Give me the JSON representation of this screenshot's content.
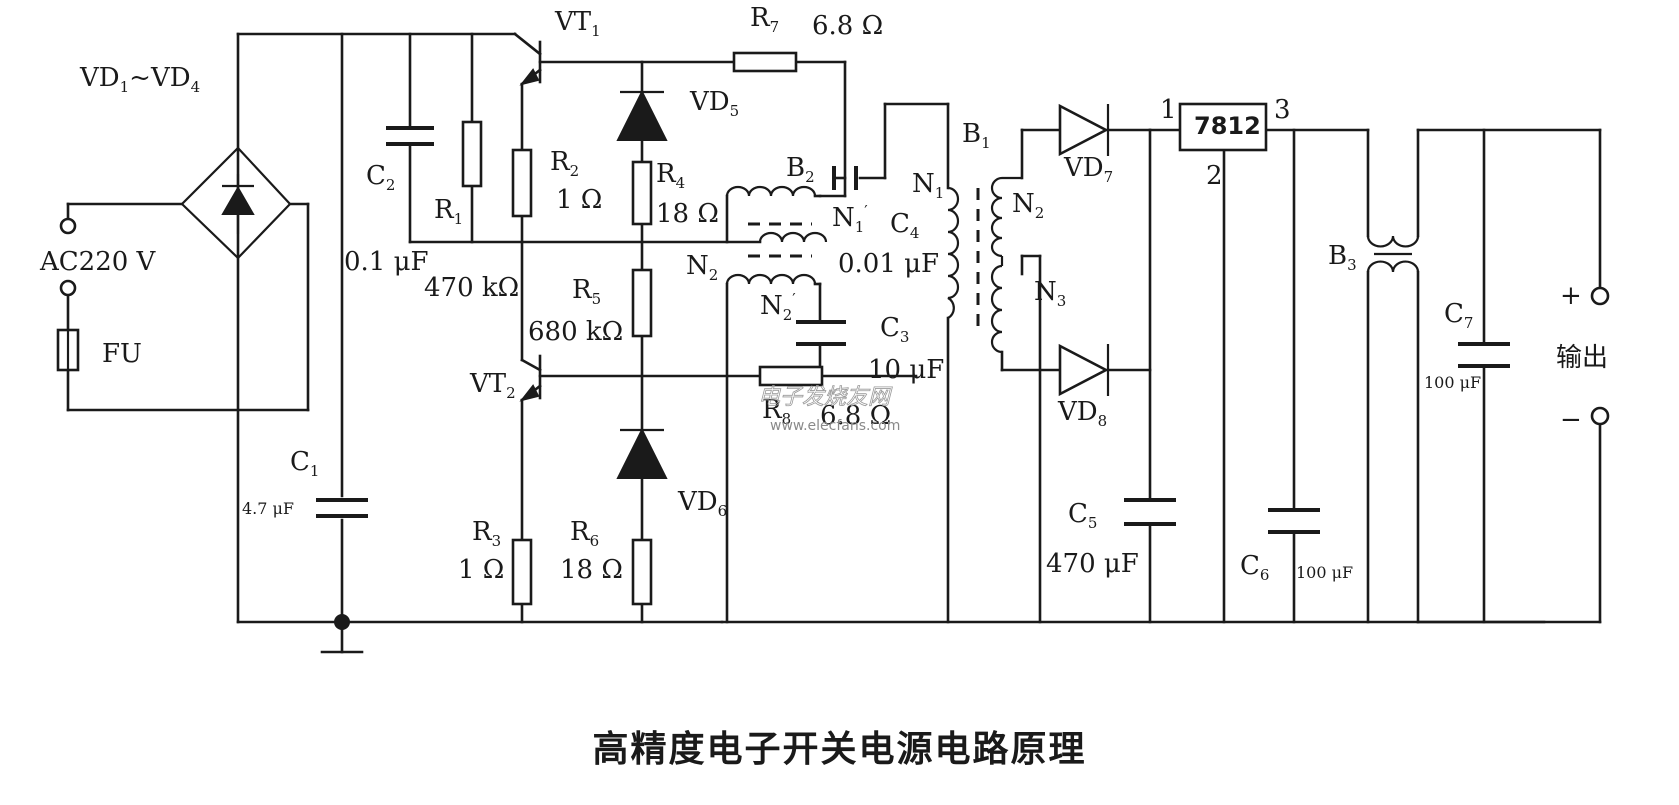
{
  "caption": "高精度电子开关电源电路原理",
  "labels": {
    "vt1": "VT",
    "vt1_sub": "1",
    "vt2": "VT",
    "vt2_sub": "2",
    "vd1_vd4": "VD",
    "vd1_sub": "1",
    "vd_tilde": "~VD",
    "vd4_sub": "4",
    "ac220": "AC220 V",
    "fu": "FU",
    "c1": "C",
    "c1_sub": "1",
    "c1_val": "4.7 μF",
    "c2": "C",
    "c2_sub": "2",
    "c2_val": "0.1 μF",
    "r1": "R",
    "r1_sub": "1",
    "r1_val": "470 kΩ",
    "r2": "R",
    "r2_sub": "2",
    "r2_val": "1 Ω",
    "r3": "R",
    "r3_sub": "3",
    "r3_val": "1 Ω",
    "r4": "R",
    "r4_sub": "4",
    "r4_val": "18 Ω",
    "r5": "R",
    "r5_sub": "5",
    "r5_val": "680 kΩ",
    "r6": "R",
    "r6_sub": "6",
    "r6_val": "18 Ω",
    "r7": "R",
    "r7_sub": "7",
    "r7_val": "6.8 Ω",
    "r8": "R",
    "r8_sub": "8",
    "r8_val": "6.8 Ω",
    "vd5": "VD",
    "vd5_sub": "5",
    "vd6": "VD",
    "vd6_sub": "6",
    "vd7": "VD",
    "vd7_sub": "7",
    "vd8": "VD",
    "vd8_sub": "8",
    "b1": "B",
    "b1_sub": "1",
    "b2": "B",
    "b2_sub": "2",
    "b3": "B",
    "b3_sub": "3",
    "n1": "N",
    "n1_sub": "1",
    "n1p": "N",
    "n1p_sub": "1",
    "n1p_prime": "′",
    "n2": "N",
    "n2_sub": "2",
    "n2b": "N",
    "n2b_sub": "2",
    "n2p": "N",
    "n2p_sub": "2",
    "n2p_prime": "′",
    "n3": "N",
    "n3_sub": "3",
    "c3": "C",
    "c3_sub": "3",
    "c3_val": "10 μF",
    "c4": "C",
    "c4_sub": "4",
    "c4_val": "0.01 μF",
    "c5": "C",
    "c5_sub": "5",
    "c5_val": "470 μF",
    "c6": "C",
    "c6_sub": "6",
    "c6_val": "100 μF",
    "c7": "C",
    "c7_sub": "7",
    "c7_val": "100 μF",
    "ic": "7812",
    "pin1": "1",
    "pin2": "2",
    "pin3": "3",
    "plus": "+",
    "minus": "−",
    "output": "输出"
  },
  "watermark": {
    "cn": "电子发烧友网",
    "url": "www.elecfans.com"
  }
}
